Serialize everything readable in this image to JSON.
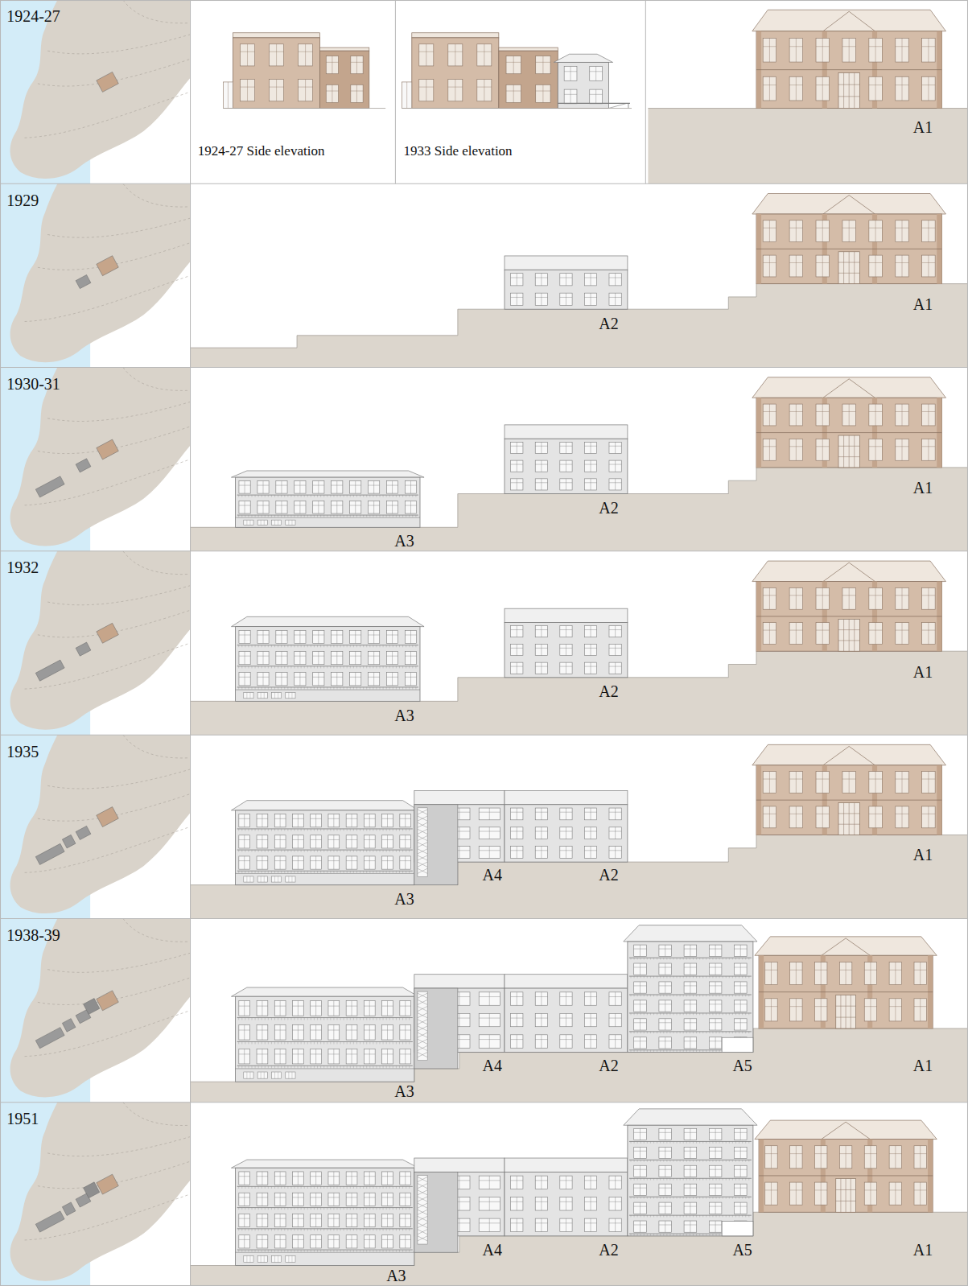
{
  "diagram": {
    "labels": [
      "1924-27",
      "1924-27 Side elevation",
      "1933 Side elevation",
      "A1",
      "1929",
      "A2",
      "A1",
      "1930-31",
      "A3",
      "A2",
      "A1",
      "1932",
      "A3",
      "A2",
      "A1",
      "1935",
      "A4",
      "A2",
      "A1",
      "A3",
      "1938-39",
      "A4",
      "A2",
      "A5",
      "A1",
      "A3",
      "1951",
      "A4",
      "A2",
      "A5",
      "A1",
      "A3"
    ]
  }
}
